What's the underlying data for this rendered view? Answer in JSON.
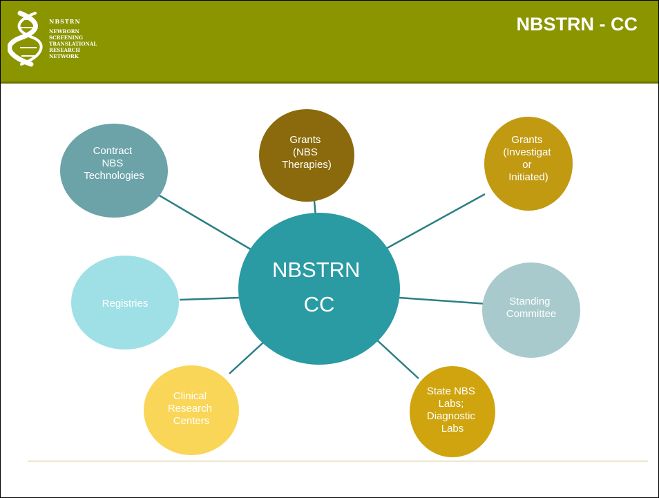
{
  "header": {
    "title": "NBSTRN - CC",
    "logo_lines": [
      "NBSTRN",
      "NEWBORN",
      "SCREENING",
      "TRANSLATIONAL",
      "RESEARCH",
      "NETWORK"
    ]
  },
  "diagram": {
    "center": {
      "lines": [
        "NBSTRN",
        "CC"
      ],
      "color": "#2a9aa3"
    },
    "nodes": [
      {
        "id": "contract",
        "lines": [
          "Contract",
          "NBS",
          "Technologies"
        ],
        "color": "#6ba3a8",
        "text_color": "#ffffff"
      },
      {
        "id": "grants-nbs",
        "lines": [
          "Grants",
          "(NBS",
          "Therapies)"
        ],
        "color": "#8a6a0c",
        "text_color": "#ffffff"
      },
      {
        "id": "grants-investigator",
        "lines": [
          "Grants",
          "(Investigat",
          "or",
          "Initiated)"
        ],
        "color": "#c19a12",
        "text_color": "#ffffff"
      },
      {
        "id": "registries",
        "lines": [
          "Registries"
        ],
        "color": "#9ee0e6",
        "text_color": "#ffffff"
      },
      {
        "id": "standing",
        "lines": [
          "Standing",
          "Committee"
        ],
        "color": "#a8cacc",
        "text_color": "#ffffff"
      },
      {
        "id": "clinical",
        "lines": [
          "Clinical",
          "Research",
          "Centers"
        ],
        "color": "#f9d658",
        "text_color": "#ffffff"
      },
      {
        "id": "state-labs",
        "lines": [
          "State NBS",
          "Labs;",
          "Diagnostic",
          "Labs"
        ],
        "color": "#cfa40e",
        "text_color": "#ffffff"
      }
    ],
    "connector_color": "#2a7f84"
  }
}
